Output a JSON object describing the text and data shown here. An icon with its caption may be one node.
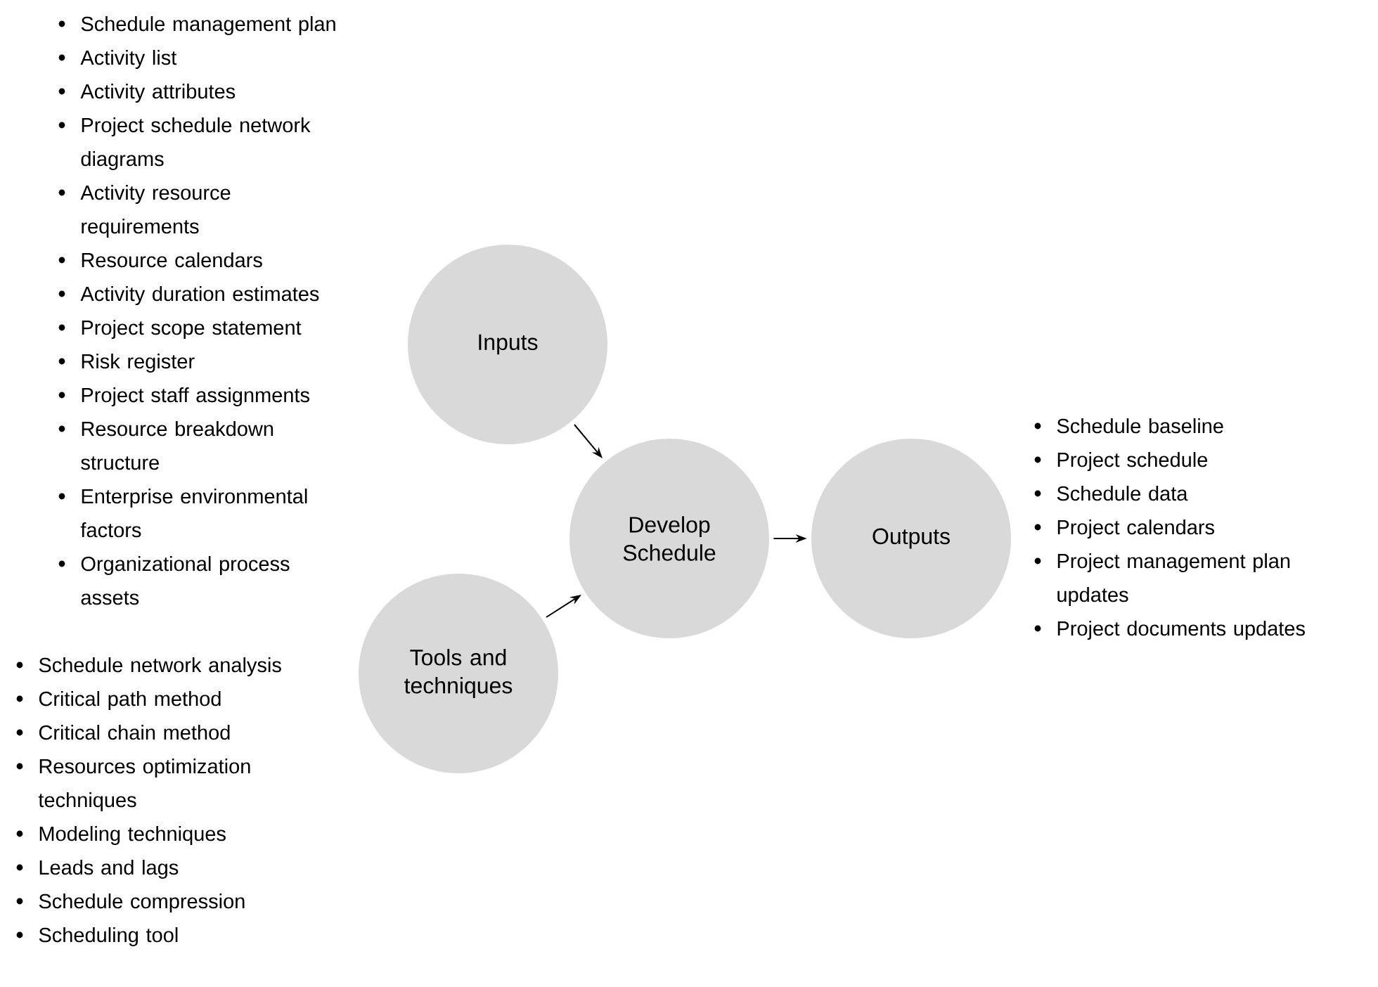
{
  "diagram": {
    "nodes": [
      {
        "text": [
          "Inputs"
        ],
        "beside": [
          "Schedule management plan",
          "Activity list",
          "Activity attributes",
          "Project schedule network diagrams",
          "Activity resource requirements",
          "Resource calendars",
          "Activity duration estimates",
          "Project scope statement",
          "Risk register",
          "Project staff assignments",
          "Resource breakdown structure",
          "Enterprise environmental factors",
          "Organizational process assets"
        ]
      },
      {
        "text": [
          "Develop Schedule"
        ]
      },
      {
        "text": [
          "Outputs"
        ],
        "beside": [
          "Schedule baseline",
          "Project schedule",
          "Schedule data",
          "Project calendars",
          "Project management plan updates",
          "Project documents updates"
        ]
      },
      {
        "text": [
          "Tools and techniques"
        ],
        "beside": [
          "Schedule network analysis",
          "Critical path method",
          "Critical chain method",
          "Resources optimization techniques",
          "Modeling techniques",
          "Leads and lags",
          "Schedule compression",
          "Scheduling tool"
        ]
      }
    ],
    "edges": [
      {
        "from": 0,
        "to": 1,
        "arrow": "to"
      },
      {
        "from": 3,
        "to": 1,
        "arrow": "to"
      },
      {
        "from": 1,
        "to": 2,
        "arrow": "to"
      }
    ]
  }
}
